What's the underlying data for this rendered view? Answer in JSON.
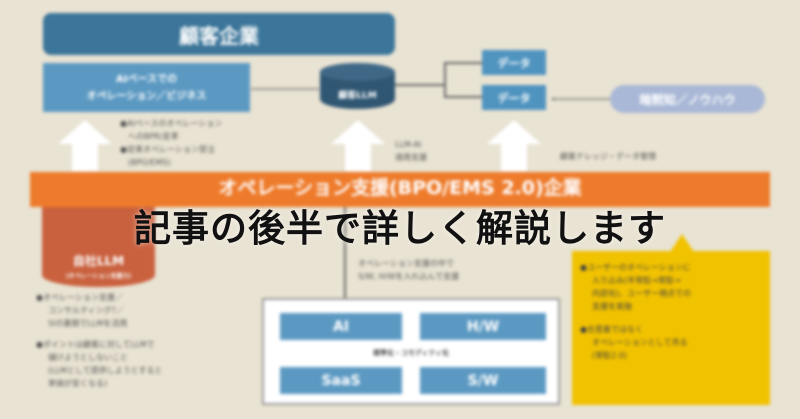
{
  "overlay_text": "記事の後半で詳しく解説します",
  "customer": {
    "title": "顧客企業",
    "ai_box": [
      "AIベースでの",
      "オペレーション／ビジネス"
    ],
    "llm": "顧客LLM",
    "data_boxes": [
      "データ",
      "データ"
    ],
    "tacit": "暗黙知／ノウハウ"
  },
  "labels": {
    "bullets_top": [
      "●AIベースのオペレーション",
      "へのBPR/変革",
      "●従来オペレーション受注",
      "(BPO/EMS)"
    ],
    "llm_ai": [
      "LLM-AI",
      "適用支援"
    ],
    "knowledge": "顧客ナレッジ・データ管理"
  },
  "company": {
    "title": "オペレーション支援(BPO/EMS 2.0)企業",
    "llm": "自社LLM",
    "llm_sub": "(オペレーション支援力)",
    "support_text": [
      "オペレーション支援の中で",
      "S/W, H/Wを入れ込んで支援"
    ],
    "left_bullets": [
      [
        "●オペレーション支援／",
        "コンサルティング?／",
        "SIの裏側でLLMを活用"
      ],
      [
        "●ポイントは顧客に対してLLMで",
        "儲けようとしないこと",
        "(LLMとして提供しようとすると",
        "単価が安くなる)"
      ]
    ],
    "commodity": {
      "items": [
        "AI",
        "H/W",
        "SaaS",
        "S/W"
      ],
      "label": "標準化・コモディティ化"
    },
    "callout": [
      [
        "●ユーザーのオペレーションに",
        "入り込み(半常駐→常駐→",
        "内部化)、ユーザー視点での",
        "支援を実施"
      ],
      [
        "●合意案ではなく",
        "オペレーションとして売る",
        "(常駐2.0)"
      ]
    ]
  },
  "colors": {
    "bg": "#e9e3d3",
    "dark_blue": "#3b7599",
    "mid_blue": "#5c99c2",
    "navy": "#2f5672",
    "orange": "#ee7b2b",
    "red": "#c9613e",
    "yellow": "#f1c200",
    "lavender": "#a9b8d6"
  }
}
